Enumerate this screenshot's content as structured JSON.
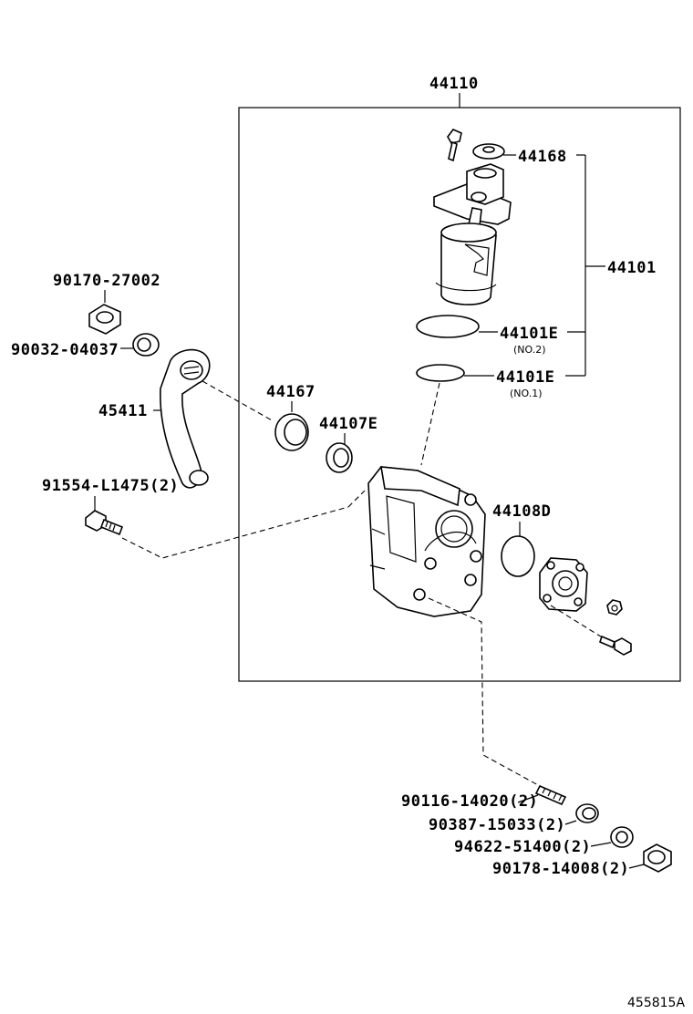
{
  "diagram": {
    "assembly_label": "44110",
    "reference_code": "455815A",
    "labels": {
      "p44168": "44168",
      "p44101": "44101",
      "p44101E_no2": "44101E",
      "p44101E_no2_sub": "(NO.2)",
      "p44101E_no1": "44101E",
      "p44101E_no1_sub": "(NO.1)",
      "p90170": "90170-27002",
      "p90032": "90032-04037",
      "p45411": "45411",
      "p44167": "44167",
      "p44107E": "44107E",
      "p91554": "91554-L1475(2)",
      "p44108D": "44108D",
      "p90116": "90116-14020(2)",
      "p90387": "90387-15033(2)",
      "p94622": "94622-51400(2)",
      "p90178": "90178-14008(2)"
    },
    "icons": {
      "housing": "steering-gear-housing-icon",
      "valve": "control-valve-icon",
      "arm": "pitman-arm-icon",
      "seal": "oil-seal-icon",
      "oring": "o-ring-icon",
      "bolt": "bolt-icon",
      "nut": "nut-icon",
      "washer": "washer-icon",
      "cover": "end-cover-icon"
    }
  }
}
